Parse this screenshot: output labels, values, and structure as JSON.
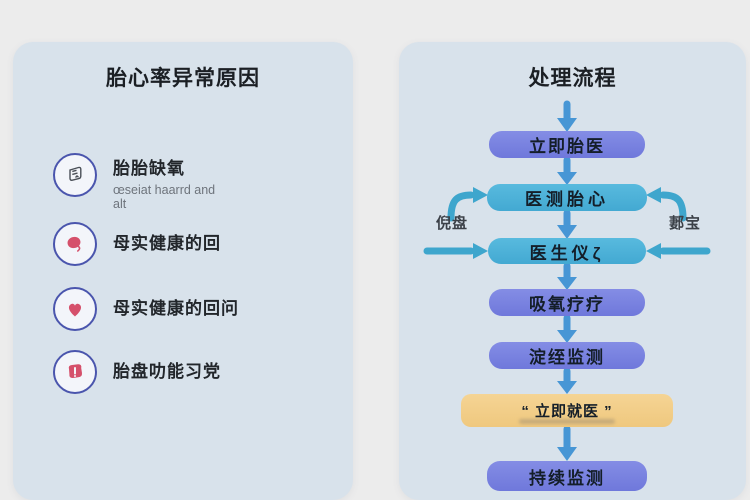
{
  "left_panel": {
    "title": "胎心率异常原因",
    "items": [
      {
        "icon": "fetal-hypoxia-icon",
        "label": "胎胎缺氧",
        "sublabel": "œseiat haarrd and alt"
      },
      {
        "icon": "maternal-health-icon",
        "label": "母实健康的回"
      },
      {
        "icon": "heart-icon",
        "label": "母实健康的回问"
      },
      {
        "icon": "placenta-icon",
        "label": "胎盘叻能习党"
      }
    ]
  },
  "right_panel": {
    "title": "处理流程",
    "steps": [
      {
        "label": "立即胎医"
      },
      {
        "label": "医测胎心"
      },
      {
        "label": "医生仪ζ"
      },
      {
        "label": "吸氧疗疗"
      },
      {
        "label": "淀绖监测"
      },
      {
        "label": "“ 立即就医 ”"
      },
      {
        "label": "持续监测"
      }
    ],
    "loop_labels": {
      "left": "倪盘",
      "right": "郪宝"
    }
  },
  "colors": {
    "page_bg": "#ececec",
    "panel_bg": "#d8e2eb",
    "step_purple": "#7a83e0",
    "step_cyan": "#4db3d9",
    "step_highlight": "#f2cd86",
    "arrow_blue": "#4796d5",
    "arrow_teal": "#3ea6cd",
    "icon_ring": "#4a55ad",
    "icon_red": "#d5506b"
  }
}
